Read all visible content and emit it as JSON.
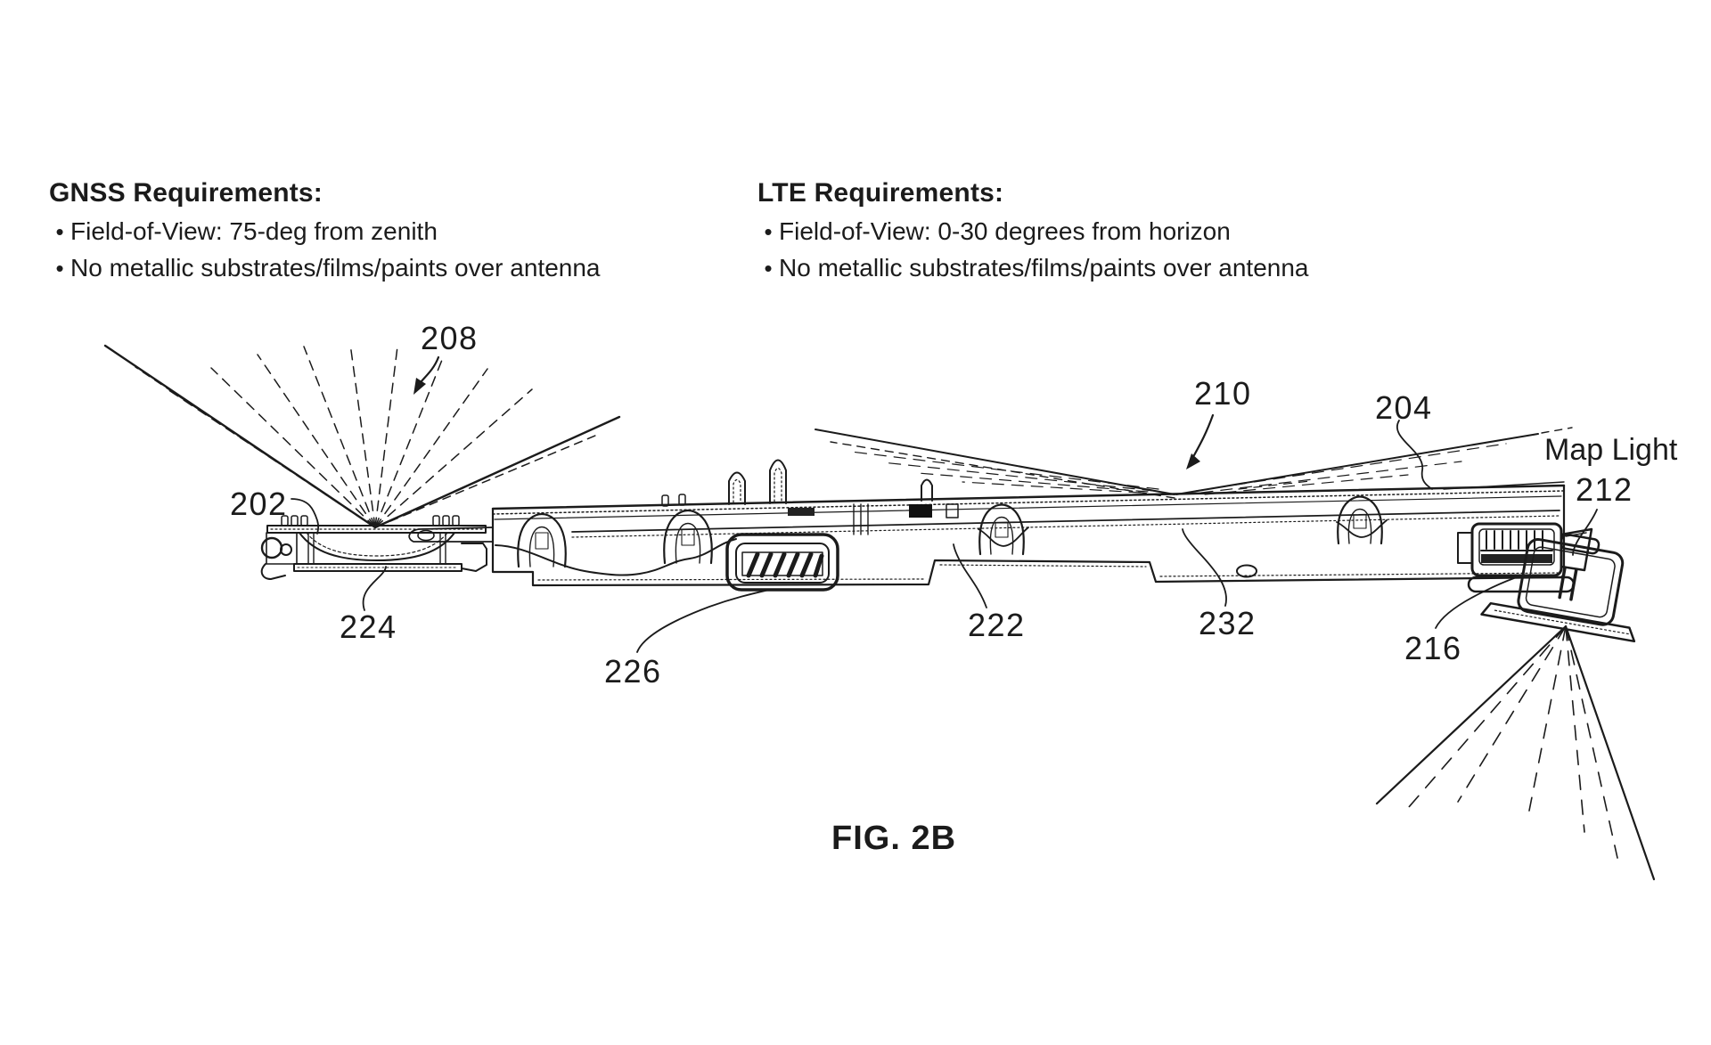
{
  "figure": {
    "caption": "FIG. 2B"
  },
  "requirements": {
    "bullet": "•",
    "gnss": {
      "title": "GNSS Requirements:",
      "items": [
        "Field-of-View: 75-deg from zenith",
        "No metallic substrates/films/paints over antenna"
      ]
    },
    "lte": {
      "title": "LTE Requirements:",
      "items": [
        "Field-of-View: 0-30 degrees from horizon",
        "No metallic substrates/films/paints over antenna"
      ]
    }
  },
  "labels": {
    "n202": "202",
    "n204": "204",
    "n208": "208",
    "n210": "210",
    "n212": "212",
    "n216": "216",
    "n222": "222",
    "n224": "224",
    "n226": "226",
    "n232": "232",
    "map_light": "Map Light"
  },
  "colors": {
    "ink": "#1b1b1b",
    "background": "#ffffff"
  }
}
